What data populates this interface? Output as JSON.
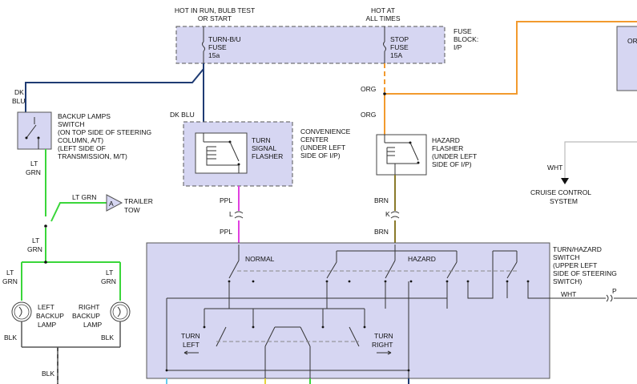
{
  "labels": {
    "hot_run": "HOT IN RUN, BULB TEST",
    "or_start": "OR START",
    "hot_at": "HOT AT",
    "all_times": "ALL TIMES",
    "fuse_block_1": "FUSE",
    "fuse_block_2": "BLOCK:",
    "fuse_block_3": "I/P",
    "turn_fuse_1": "TURN-B/U",
    "turn_fuse_2": "FUSE",
    "turn_fuse_3": "15a",
    "stop_fuse_1": "STOP",
    "stop_fuse_2": "FUSE",
    "stop_fuse_3": "15A",
    "or_cut": "OR",
    "dk_1": "DK",
    "blu_1": "BLU",
    "dk_blu_2": "DK BLU",
    "org_1": "ORG",
    "org_2": "ORG",
    "backup_sw_1": "BACKUP LAMPS",
    "backup_sw_2": "SWITCH",
    "backup_sw_3": "(ON TOP SIDE OF STEERING",
    "backup_sw_4": "COLUMN, A/T)",
    "backup_sw_5": "(LEFT SIDE OF",
    "backup_sw_6": "TRANSMISSION, M/T)",
    "turn_fl_1": "TURN",
    "turn_fl_2": "SIGNAL",
    "turn_fl_3": "FLASHER",
    "conv_1": "CONVENIENCE",
    "conv_2": "CENTER",
    "conv_3": "(UNDER LEFT",
    "conv_4": "SIDE OF I/P)",
    "haz_fl_1": "HAZARD",
    "haz_fl_2": "FLASHER",
    "haz_fl_3": "(UNDER LEFT",
    "haz_fl_4": "SIDE OF I/P)",
    "wht_1": "WHT",
    "cruise_1": "CRUISE CONTROL",
    "cruise_2": "SYSTEM",
    "lt_grn_1a": "LT",
    "lt_grn_1b": "GRN",
    "lt_grn_2": "LT GRN",
    "trailer_1": "TRAILER",
    "trailer_2": "TOW",
    "conn_a": "A",
    "lt_grn_3a": "LT",
    "lt_grn_3b": "GRN",
    "lt_grn_4a": "LT",
    "lt_grn_4b": "GRN",
    "lt_grn_5a": "LT",
    "lt_grn_5b": "GRN",
    "ppl_1": "PPL",
    "ppl_l": "L",
    "ppl_2": "PPL",
    "brn_1": "BRN",
    "brn_k": "K",
    "brn_2": "BRN",
    "normal": "NORMAL",
    "hazard": "HAZARD",
    "turn_left_1": "TURN",
    "turn_left_2": "LEFT",
    "turn_right_1": "TURN",
    "turn_right_2": "RIGHT",
    "th_sw_1": "TURN/HAZARD",
    "th_sw_2": "SWITCH",
    "th_sw_3": "(UPPER LEFT",
    "th_sw_4": "SIDE OF STEERING",
    "th_sw_5": "SWITCH)",
    "p": "P",
    "wht_2": "WHT",
    "left_lamp_1": "LEFT",
    "left_lamp_2": "BACKUP",
    "left_lamp_3": "LAMP",
    "right_lamp_1": "RIGHT",
    "right_lamp_2": "BACKUP",
    "right_lamp_3": "LAMP",
    "blk_1": "BLK",
    "blk_2": "BLK",
    "blk_3": "BLK"
  },
  "colors": {
    "dk_blu": "#1f3b73",
    "lt_grn": "#3ad63a",
    "org": "#f29a2e",
    "brn": "#8a7a2a",
    "ppl": "#e040e0",
    "component_fill": "#d6d6f2"
  }
}
